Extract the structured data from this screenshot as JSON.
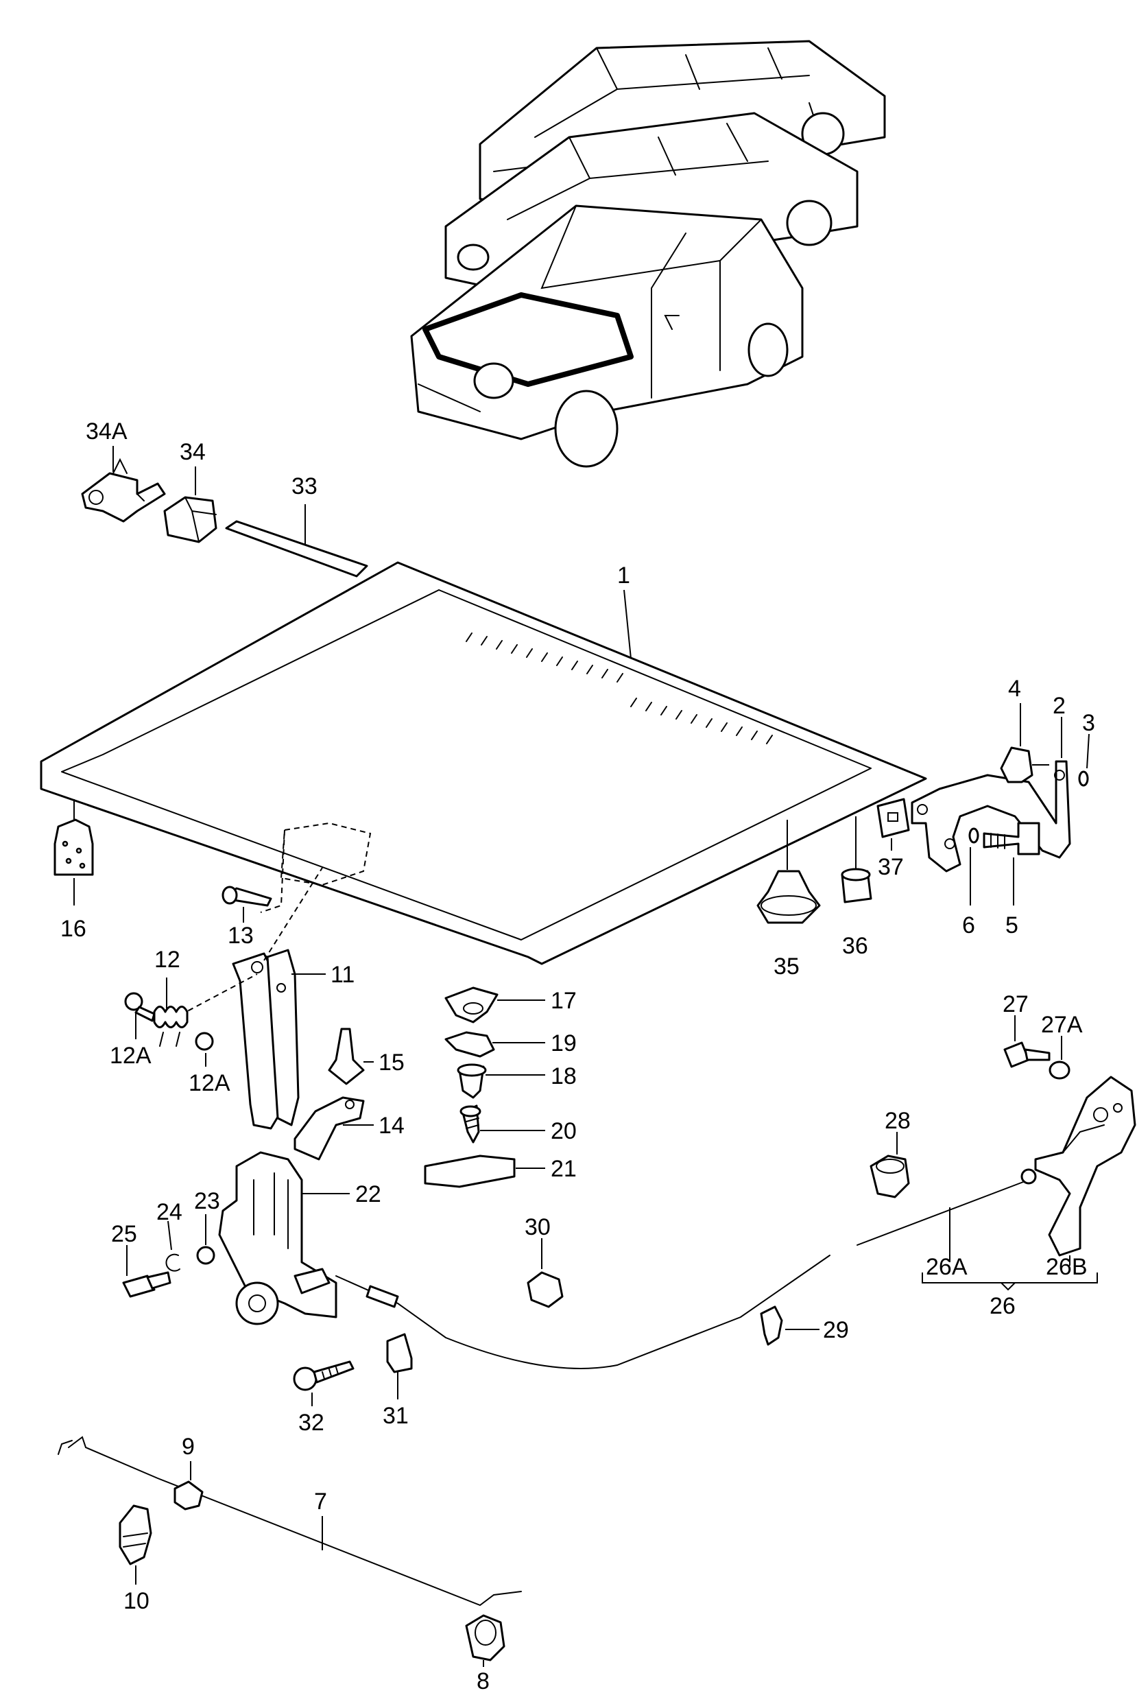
{
  "callouts": {
    "c1": "1",
    "c2": "2",
    "c3": "3",
    "c4": "4",
    "c5": "5",
    "c6": "6",
    "c7": "7",
    "c8": "8",
    "c9": "9",
    "c10": "10",
    "c11": "11",
    "c12": "12",
    "c12A_a": "12A",
    "c12A_b": "12A",
    "c13": "13",
    "c14": "14",
    "c15": "15",
    "c16": "16",
    "c17": "17",
    "c18": "18",
    "c19": "19",
    "c20": "20",
    "c21": "21",
    "c22": "22",
    "c23": "23",
    "c24": "24",
    "c25": "25",
    "c26": "26",
    "c26A": "26A",
    "c26B": "26B",
    "c27": "27",
    "c27A": "27A",
    "c28": "28",
    "c29": "29",
    "c30": "30",
    "c31": "31",
    "c32": "32",
    "c33": "33",
    "c34": "34",
    "c34A": "34A",
    "c35": "35",
    "c36": "36",
    "c37": "37"
  },
  "icons": [
    "car-silhouettes",
    "bonnet-panel",
    "hinge",
    "release-cable",
    "prop-rod",
    "lock-catch"
  ]
}
